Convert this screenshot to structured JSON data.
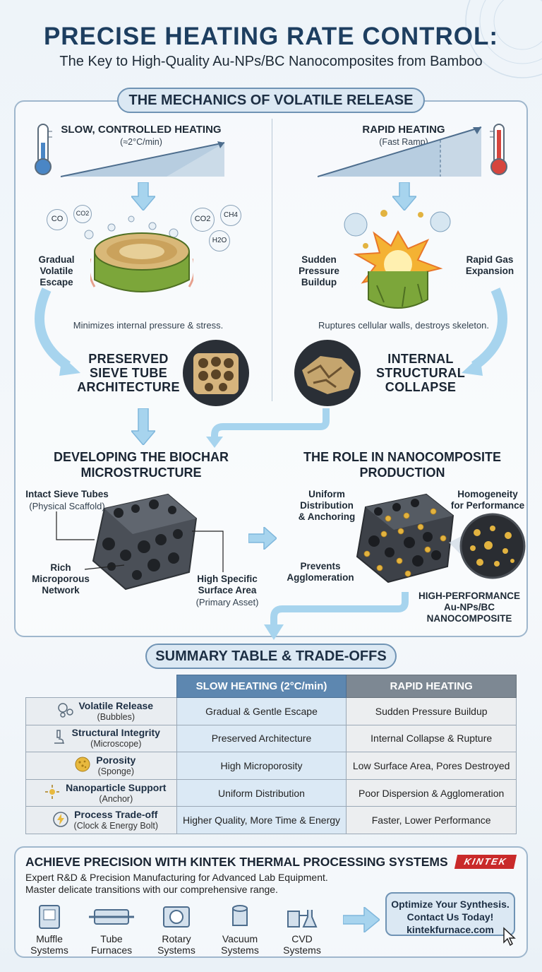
{
  "header": {
    "title": "PRECISE HEATING RATE CONTROL:",
    "subtitle": "The Key to High-Quality Au-NPs/BC Nanocomposites from Bamboo"
  },
  "mechanics": {
    "section_title": "THE MECHANICS OF VOLATILE RELEASE",
    "slow": {
      "title": "SLOW, CONTROLLED HEATING",
      "rate": "(≈2°C/min)",
      "gases": [
        "CO",
        "CO2",
        "CO2",
        "CH4",
        "H2O"
      ],
      "side_label": "Gradual\nVolatile\nEscape",
      "note": "Minimizes internal pressure & stress.",
      "result": "PRESERVED\nSIEVE TUBE\nARCHITECTURE"
    },
    "rapid": {
      "title": "RAPID HEATING",
      "rate": "(Fast Ramp)",
      "left_label": "Sudden\nPressure\nBuildup",
      "right_label": "Rapid Gas\nExpansion",
      "note": "Ruptures cellular walls, destroys skeleton.",
      "result": "INTERNAL\nSTRUCTURAL\nCOLLAPSE"
    }
  },
  "microstructure": {
    "title": "DEVELOPING THE BIOCHAR\nMICROSTRUCTURE",
    "callouts": {
      "sieve_title": "Intact Sieve Tubes",
      "sieve_sub": "(Physical Scaffold)",
      "micro": "Rich\nMicroporous\nNetwork",
      "surface_title": "High Specific\nSurface Area",
      "surface_sub": "(Primary Asset)"
    }
  },
  "nanocomposite": {
    "title": "THE ROLE IN NANOCOMPOSITE\nPRODUCTION",
    "callouts": {
      "uniform": "Uniform\nDistribution\n& Anchoring",
      "homogeneity": "Homogeneity\nfor Performance",
      "prevents": "Prevents\nAgglomeration",
      "product": "HIGH-PERFORMANCE\nAu-NPs/BC\nNANOCOMPOSITE"
    }
  },
  "summary": {
    "section_title": "SUMMARY TABLE & TRADE-OFFS",
    "columns": [
      "SLOW HEATING (2°C/min)",
      "RAPID HEATING"
    ],
    "rows": [
      {
        "icon": "bubbles-icon",
        "title": "Volatile Release",
        "sub": "(Bubbles)",
        "slow": "Gradual & Gentle Escape",
        "rapid": "Sudden Pressure Buildup"
      },
      {
        "icon": "microscope-icon",
        "title": "Structural Integrity",
        "sub": "(Microscope)",
        "slow": "Preserved Architecture",
        "rapid": "Internal Collapse & Rupture"
      },
      {
        "icon": "sponge-icon",
        "title": "Porosity",
        "sub": "(Sponge)",
        "slow": "High Microporosity",
        "rapid": "Low Surface Area, Pores Destroyed"
      },
      {
        "icon": "anchor-icon",
        "title": "Nanoparticle Support",
        "sub": "(Anchor)",
        "slow": "Uniform Distribution",
        "rapid": "Poor Dispersion & Agglomeration"
      },
      {
        "icon": "clock-bolt-icon",
        "title": "Process Trade-off",
        "sub": "(Clock & Energy Bolt)",
        "slow": "Higher Quality, More Time & Energy",
        "rapid": "Faster, Lower Performance"
      }
    ]
  },
  "cta": {
    "title": "ACHIEVE PRECISION WITH KINTEK THERMAL PROCESSING SYSTEMS",
    "brand": "KINTEK",
    "desc1": "Expert R&D & Precision Manufacturing for Advanced Lab Equipment.",
    "desc2": "Master delicate transitions with our comprehensive range.",
    "products": [
      {
        "icon": "muffle-furnace-icon",
        "label": "Muffle\nSystems"
      },
      {
        "icon": "tube-furnace-icon",
        "label": "Tube\nFurnaces"
      },
      {
        "icon": "rotary-furnace-icon",
        "label": "Rotary\nSystems"
      },
      {
        "icon": "vacuum-furnace-icon",
        "label": "Vacuum\nSystems"
      },
      {
        "icon": "cvd-system-icon",
        "label": "CVD\nSystems"
      }
    ],
    "box_line1": "Optimize Your Synthesis.",
    "box_line2": "Contact Us Today!",
    "box_line3": "kintekfurnace.com"
  },
  "colors": {
    "title": "#1d3e60",
    "accent": "#5d87b0",
    "arrow": "#a7d4ee",
    "gold": "#e2b340",
    "brand_red": "#c92a2a"
  }
}
